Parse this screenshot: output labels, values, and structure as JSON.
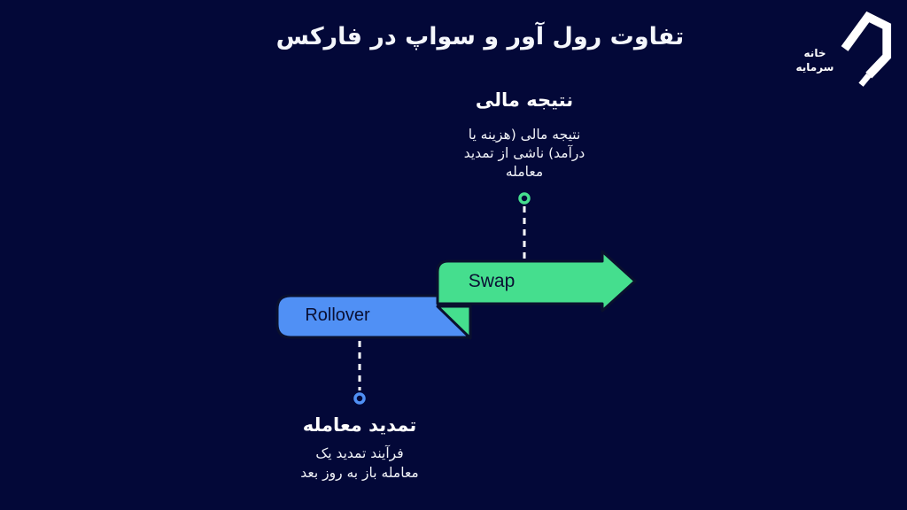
{
  "page": {
    "background": "#030838",
    "title": "تفاوت رول آور و سواپ در فارکس"
  },
  "colors": {
    "green": "#45DE8E",
    "blue": "#5090F5",
    "outline": "#0A102E",
    "connector": "#FFFFFF",
    "background": "#030838"
  },
  "logo": {
    "name": "خانه سرمایه",
    "line1": "خانه",
    "line2": "سرمایه"
  },
  "swap": {
    "label": "Swap",
    "callout_heading": "نتیجه مالی",
    "callout_lines": [
      "نتیجه مالی (هزینه یا",
      "درآمد) ناشی از تمدید",
      "معامله"
    ]
  },
  "rollover": {
    "label": "Rollover",
    "callout_heading": "تمدید معامله",
    "callout_lines": [
      "فرآیند تمدید یک",
      "معامله باز به روز بعد"
    ]
  }
}
